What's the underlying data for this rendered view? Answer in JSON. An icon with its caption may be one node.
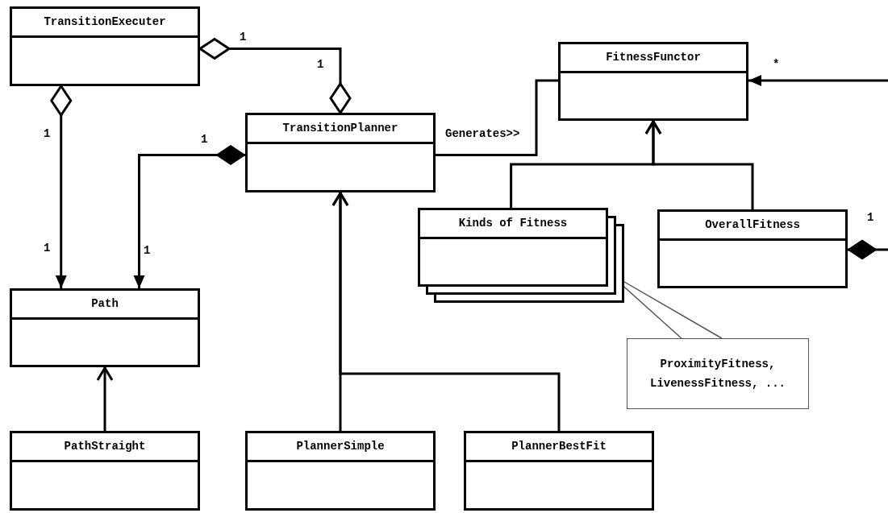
{
  "diagram": {
    "nodes": [
      {
        "text": [
          "TransitionExecuter"
        ]
      },
      {
        "text": [
          "TransitionPlanner"
        ]
      },
      {
        "text": [
          "FitnessFunctor"
        ]
      },
      {
        "text": [
          "Kinds of Fitness"
        ]
      },
      {
        "text": [
          "OverallFitness"
        ]
      },
      {
        "text": [
          "Path"
        ]
      },
      {
        "text": [
          "PathStraight"
        ]
      },
      {
        "text": [
          "PlannerSimple"
        ]
      },
      {
        "text": [
          "PlannerBestFit"
        ]
      },
      {
        "text": [
          "ProximityFitness, LivenessFitness, ..."
        ]
      }
    ],
    "edges": [
      {
        "from": 0,
        "to": 1,
        "arrow": "other"
      },
      {
        "from": 0,
        "to": 5,
        "arrow": "to"
      },
      {
        "from": 1,
        "to": 5,
        "arrow": "to"
      },
      {
        "from": 1,
        "to": 2,
        "arrow": "none",
        "label": "Generates>>"
      },
      {
        "from": null,
        "to": 2,
        "arrow": "to"
      },
      {
        "from": 3,
        "to": 2,
        "arrow": "to"
      },
      {
        "from": 4,
        "to": 2,
        "arrow": "to"
      },
      {
        "from": 4,
        "to": null,
        "arrow": "other"
      },
      {
        "from": 6,
        "to": 5,
        "arrow": "to"
      },
      {
        "from": 7,
        "to": 1,
        "arrow": "to"
      },
      {
        "from": 8,
        "to": 1,
        "arrow": "to"
      },
      {
        "from": 9,
        "to": 3,
        "arrow": "none"
      }
    ],
    "labels": [
      "1",
      "1",
      "*",
      "1",
      "1",
      "1",
      "1",
      "1"
    ]
  }
}
